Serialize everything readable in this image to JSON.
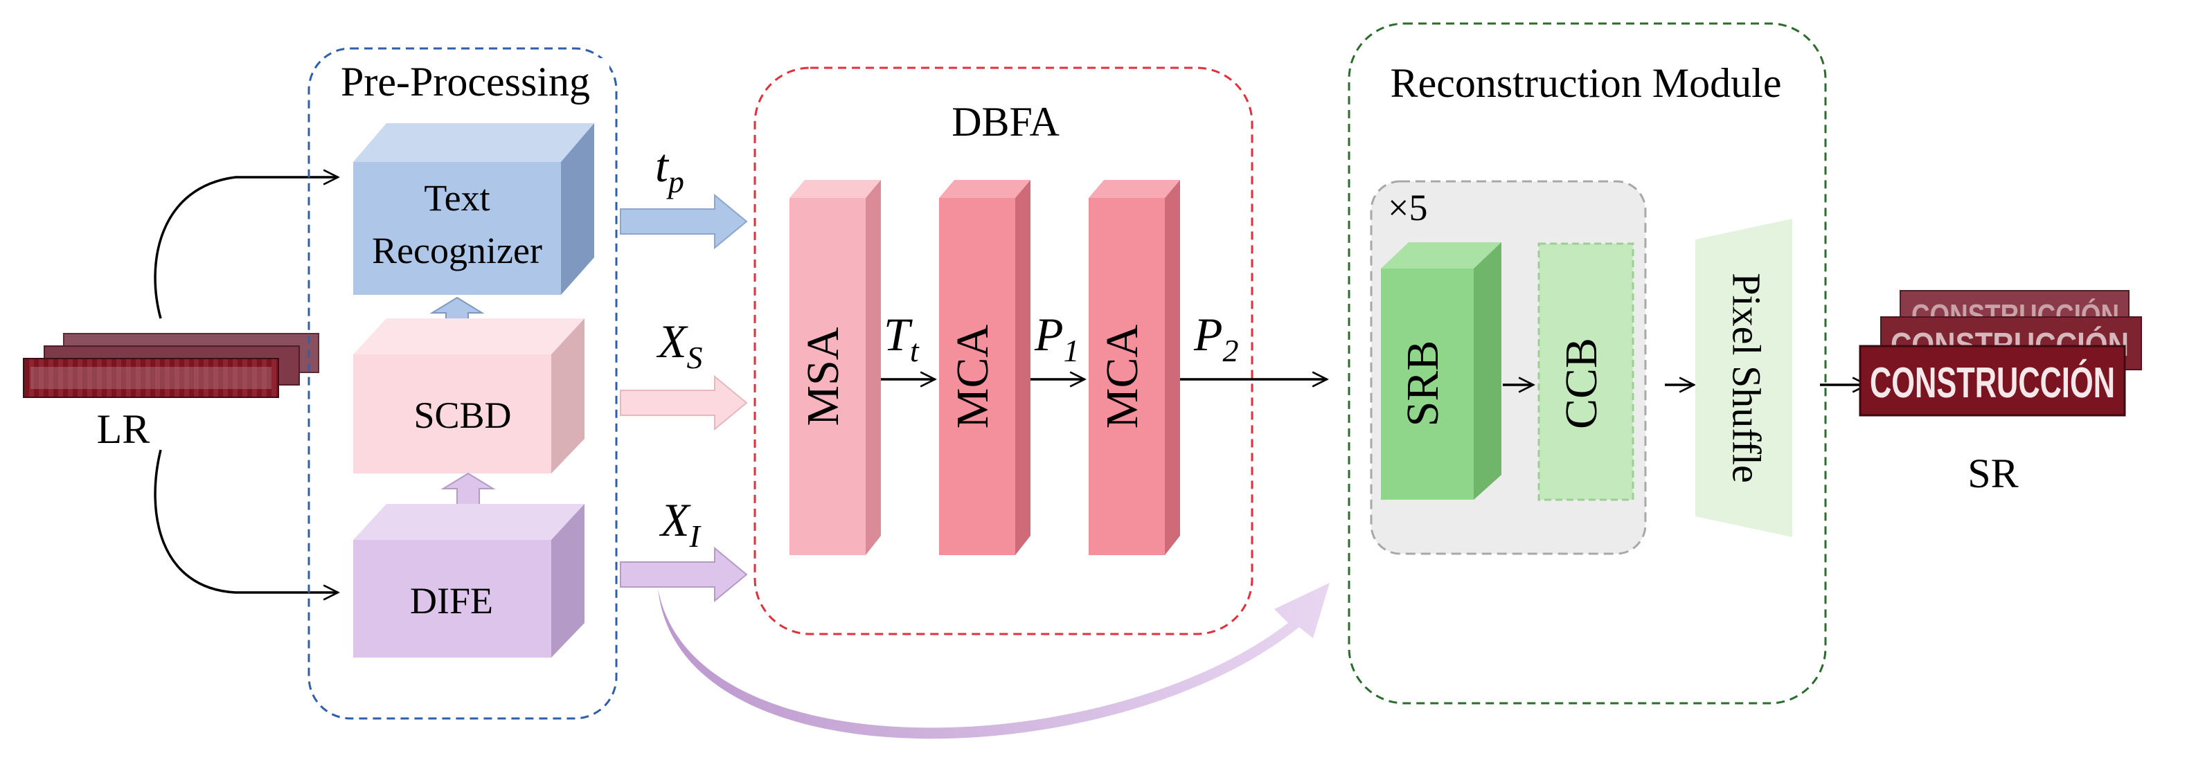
{
  "lr_label": "LR",
  "sr_label": "SR",
  "sr_text": "CONSTRUCCIÓN",
  "preprocessing": {
    "title": "Pre-Processing",
    "text_recognizer": [
      "Text",
      "Recognizer"
    ],
    "scbd": "SCBD",
    "dife": "DIFE"
  },
  "signals": {
    "tp": {
      "base": "t",
      "sub": "p"
    },
    "xs": {
      "base": "X",
      "sub": "S"
    },
    "xi": {
      "base": "X",
      "sub": "I"
    }
  },
  "dbfa": {
    "title": "DBFA",
    "msa": "MSA",
    "mca1": "MCA",
    "mca2": "MCA",
    "tt": {
      "base": "T",
      "sub": "t"
    },
    "p1": {
      "base": "P",
      "sub": "1"
    },
    "p2": {
      "base": "P",
      "sub": "2"
    }
  },
  "reconstruction": {
    "title": "Reconstruction Module",
    "repeat": "×5",
    "srb": "SRB",
    "ccb": "CCB",
    "pixel_shuffle": "Pixel Shuffle"
  },
  "colors": {
    "preprocessing_border": "#2f5fa8",
    "dbfa_border": "#e0303c",
    "reconstruction_border": "#2e6b2e",
    "text_recognizer": "#aec6e8",
    "scbd": "#fbd9de",
    "dife": "#dcc4ea",
    "msa": "#f8b4be",
    "mca": "#f48f9c",
    "srb": "#8fd68a",
    "ccb": "#c4e9bd",
    "pixel_shuffle": "#e3f3dd",
    "plate": "#7a1420"
  }
}
